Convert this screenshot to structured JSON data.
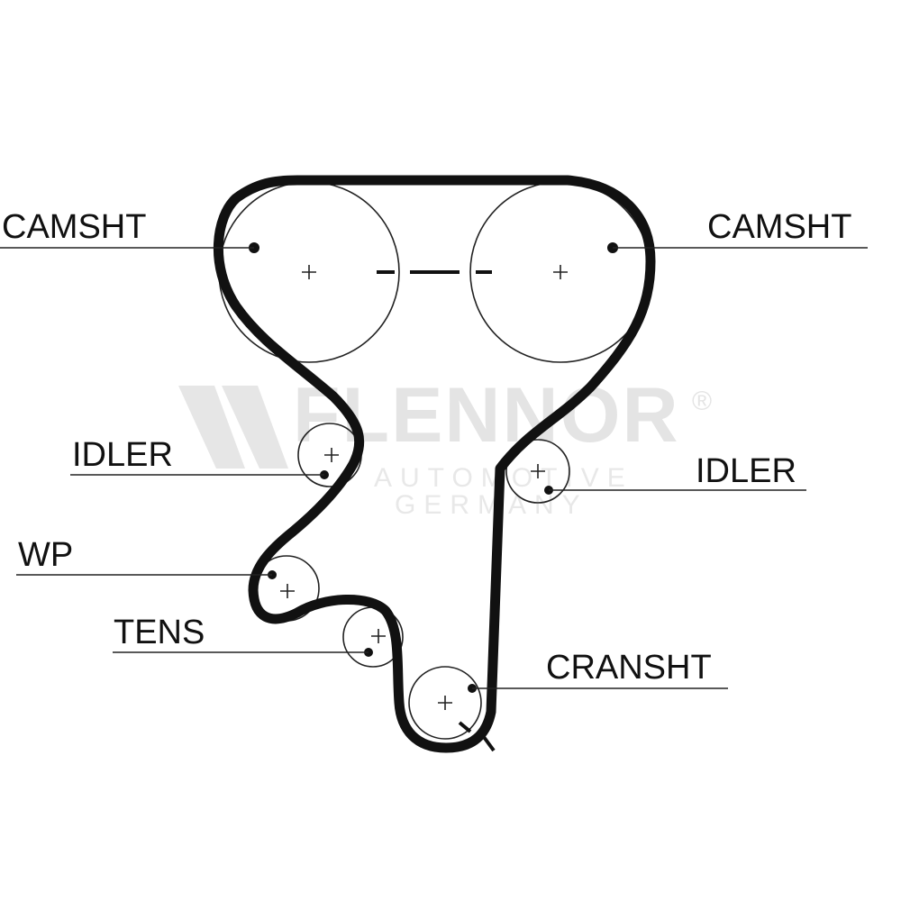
{
  "watermark": {
    "brand": "FLENNOR",
    "registered": "®",
    "line1": "AUTOMOTIVE",
    "line2": "GERMANY"
  },
  "labels": {
    "camshaft_left": "CAMSHT",
    "camshaft_right": "CAMSHT",
    "idler_left": "IDLER",
    "idler_right": "IDLER",
    "water_pump": "WP",
    "tensioner": "TENS",
    "crankshaft": "CRANSHT"
  },
  "colors": {
    "belt": "#111111",
    "line": "#222222",
    "watermark": "#e4e4e4"
  }
}
